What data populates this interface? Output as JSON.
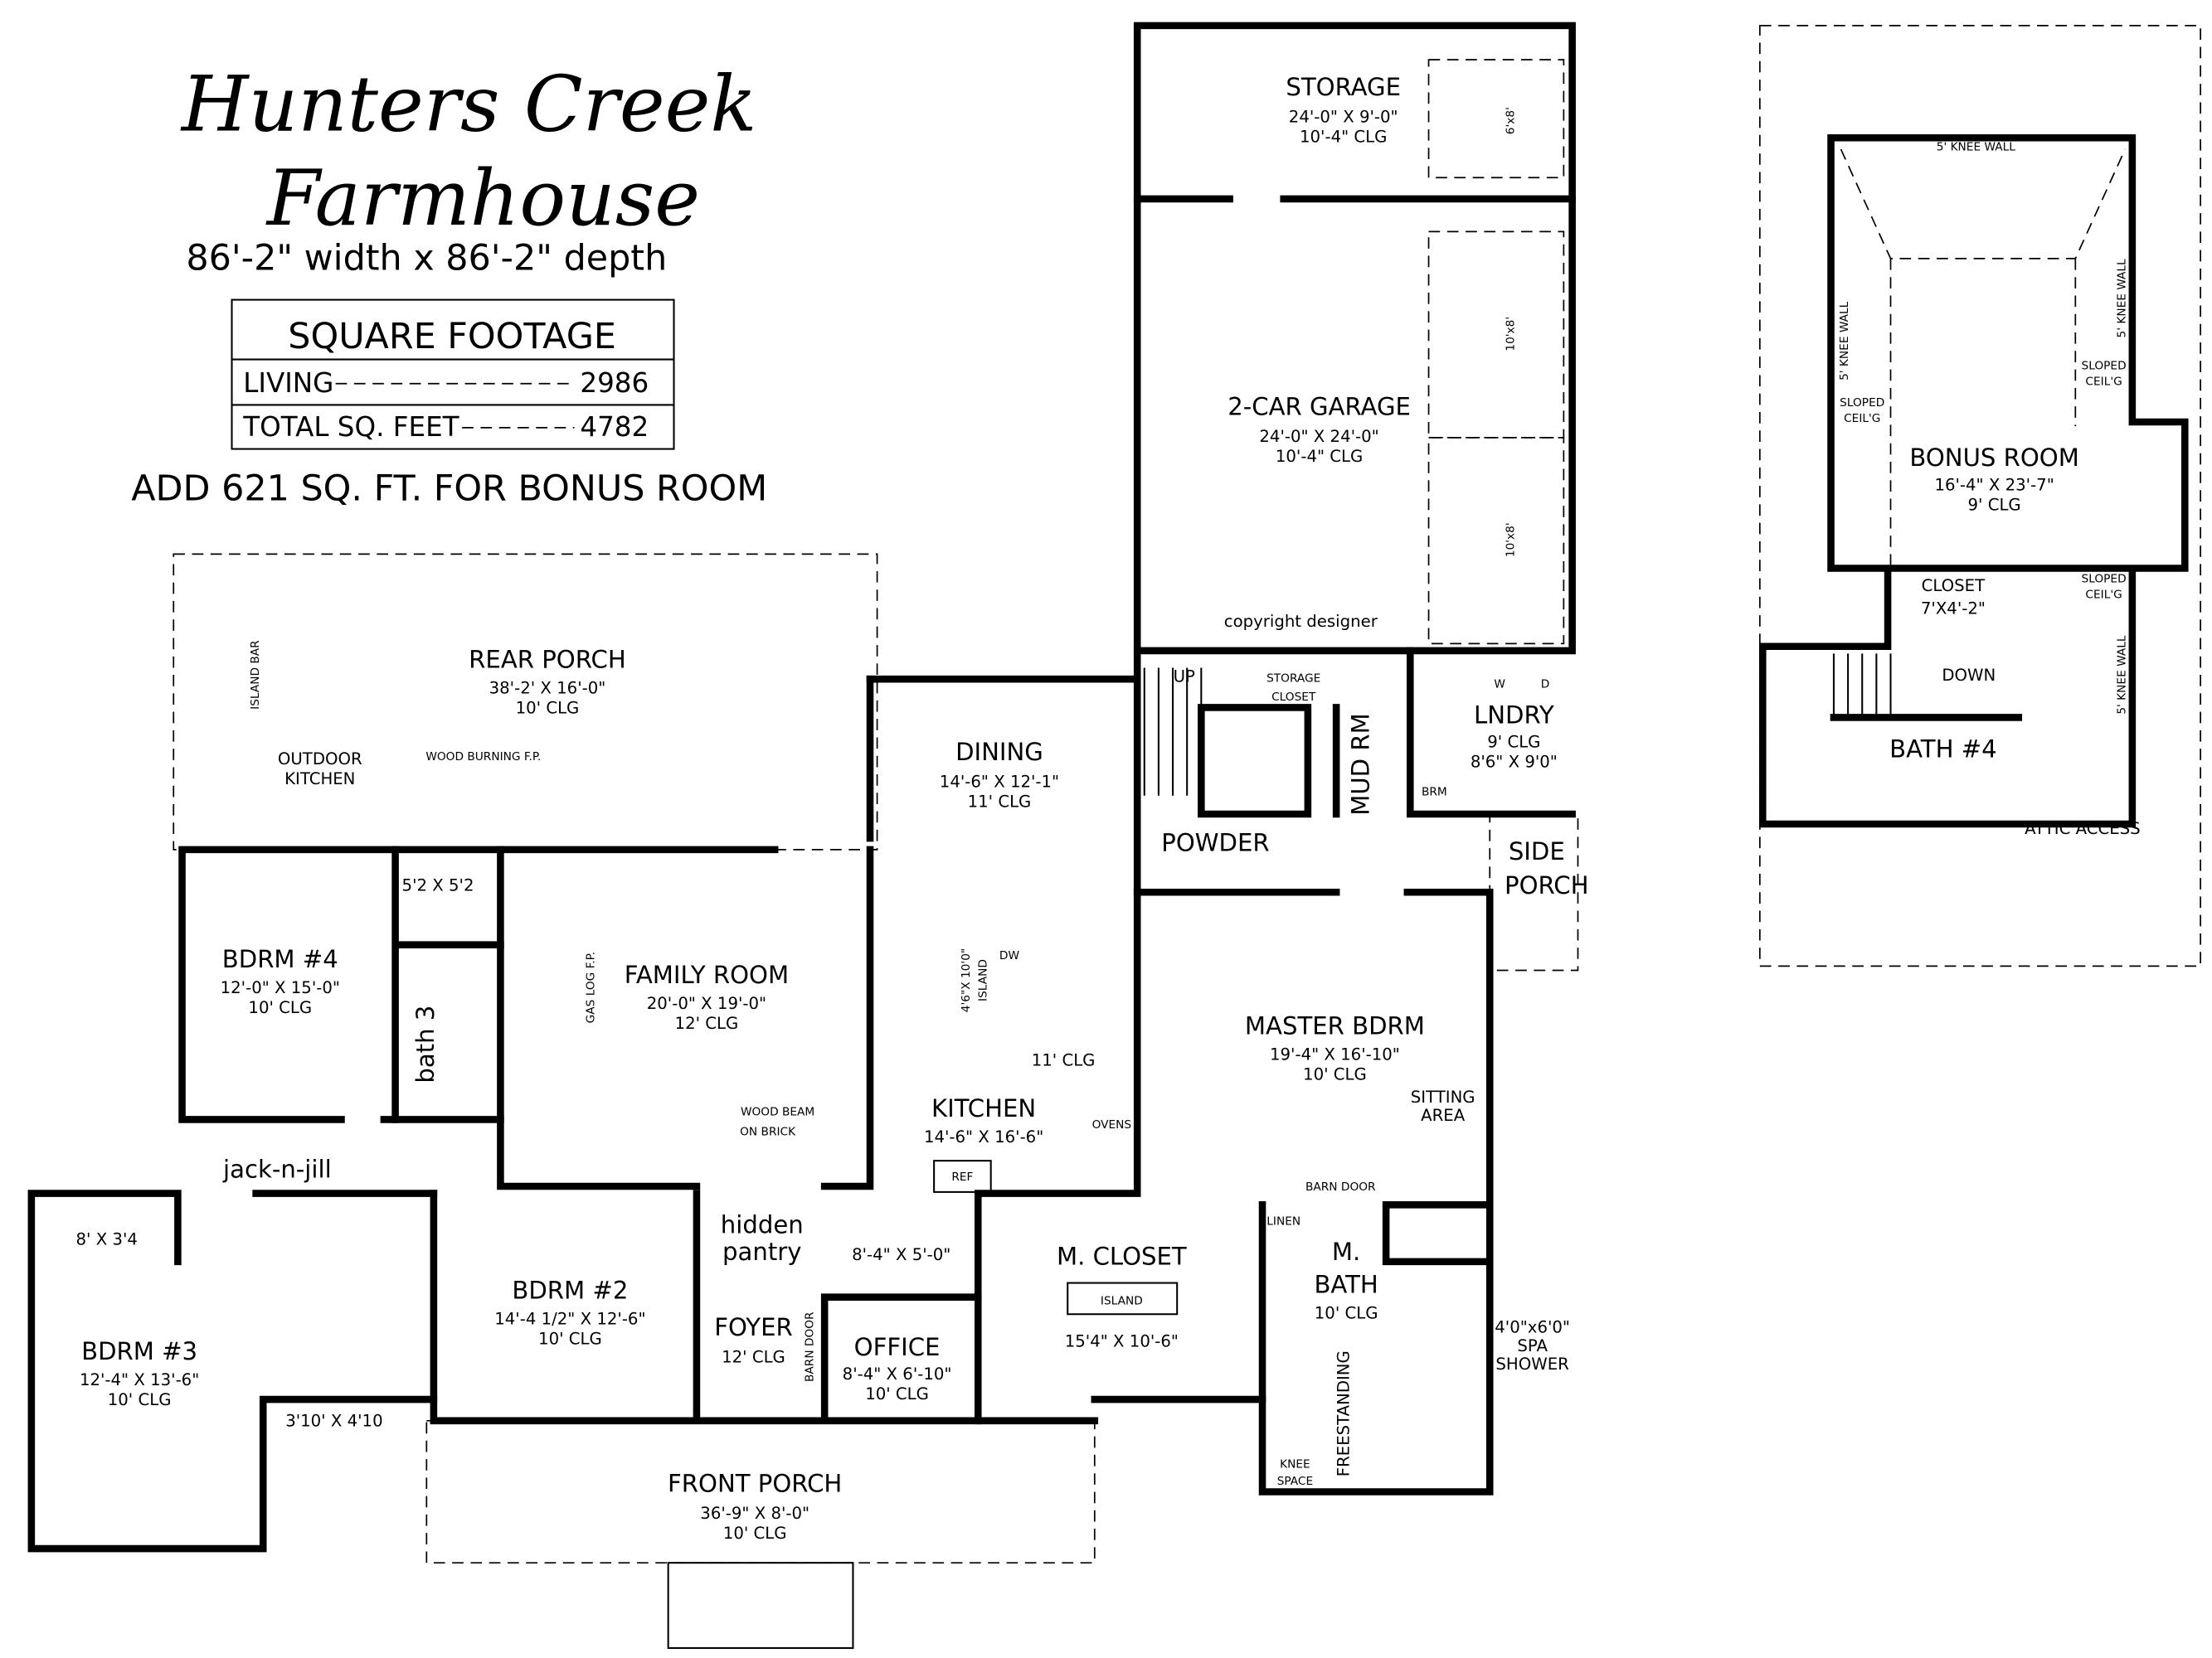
{
  "header": {
    "title_line1": "Hunters Creek",
    "title_line2": "Farmhouse",
    "dimensions": "86'-2\" width x 86'-2\" depth"
  },
  "square_footage": {
    "heading": "SQUARE FOOTAGE",
    "rows": [
      {
        "label": "LIVING",
        "value": "2986"
      },
      {
        "label": "TOTAL SQ. FEET",
        "value": "4782"
      }
    ],
    "bonus_note": "ADD 621 SQ. FT. FOR BONUS ROOM"
  },
  "rooms": {
    "storage": {
      "name": "STORAGE",
      "size": "24'-0\" X 9'-0\"",
      "clg": "10'-4\" CLG",
      "door": "6'x8'"
    },
    "garage": {
      "name": "2-CAR GARAGE",
      "size": "24'-0\" X 24'-0\"",
      "clg": "10'-4\" CLG",
      "door1": "10'x8'",
      "door2": "10'x8'",
      "copyright": "copyright designer"
    },
    "rear_porch": {
      "name": "REAR PORCH",
      "size": "38'-2' X 16'-0\"",
      "clg": "10' CLG",
      "island_bar": "ISLAND BAR",
      "outdoor_kitchen_1": "OUTDOOR",
      "outdoor_kitchen_2": "KITCHEN",
      "fireplace": "WOOD BURNING F.P."
    },
    "dining": {
      "name": "DINING",
      "size": "14'-6\" X 12'-1\"",
      "clg": "11' CLG"
    },
    "stair_area": {
      "up": "UP",
      "storage_closet_1": "STORAGE",
      "storage_closet_2": "CLOSET"
    },
    "mud_room": {
      "name": "MUD RM"
    },
    "laundry": {
      "name": "LNDRY",
      "clg": "9' CLG",
      "size": "8'6\" X 9'0\"",
      "washer": "W",
      "dryer": "D",
      "broom": "BRM"
    },
    "powder": {
      "name": "POWDER"
    },
    "side_porch": {
      "line1": "SIDE",
      "line2": "PORCH"
    },
    "bdrm4": {
      "name": "BDRM #4",
      "size": "12'-0\" X 15'-0\"",
      "clg": "10' CLG",
      "closet": "5'2 X 5'2"
    },
    "bath3": {
      "name": "bath 3"
    },
    "family_room": {
      "name": "FAMILY ROOM",
      "size": "20'-0\" X 19'-0\"",
      "clg": "12' CLG",
      "fireplace": "GAS LOG F.P.",
      "beam_1": "WOOD BEAM",
      "beam_2": "ON BRICK"
    },
    "kitchen": {
      "name": "KITCHEN",
      "size": "14'-6\" X 16'-6\"",
      "clg": "11' CLG",
      "island_size": "4'6\"X 10'0\"",
      "island": "ISLAND",
      "dw": "DW",
      "ovens": "OVENS",
      "ref": "REF"
    },
    "master_bdrm": {
      "name": "MASTER BDRM",
      "size": "19'-4\" X 16'-10\"",
      "clg": "10' CLG",
      "sitting_1": "SITTING",
      "sitting_2": "AREA"
    },
    "jack_n_jill": {
      "name": "jack-n-jill"
    },
    "bdrm3": {
      "name": "BDRM #3",
      "size": "12'-4\" X 13'-6\"",
      "clg": "10' CLG",
      "closet": "8' X 3'4"
    },
    "bdrm2": {
      "name": "BDRM #2",
      "size": "14'-4 1/2\" X 12'-6\"",
      "clg": "10' CLG",
      "closet": "3'10' X 4'10"
    },
    "hidden_pantry": {
      "line1": "hidden",
      "line2": "pantry",
      "size": "8'-4\" X 5'-0\""
    },
    "foyer": {
      "name": "FOYER",
      "clg": "12' CLG",
      "barn_door": "BARN DOOR"
    },
    "office": {
      "name": "OFFICE",
      "size": "8'-4\" X 6'-10\"",
      "clg": "10' CLG"
    },
    "m_closet": {
      "name": "M. CLOSET",
      "island": "ISLAND",
      "size": "15'4\" X 10'-6\""
    },
    "m_bath": {
      "line1": "M.",
      "line2": "BATH",
      "clg": "10' CLG",
      "linen": "LINEN",
      "barn_door": "BARN DOOR",
      "freestanding": "FREESTANDING",
      "knee_1": "KNEE",
      "knee_2": "SPACE",
      "shower_1": "4'0\"x6'0\"",
      "shower_2": "SPA",
      "shower_3": "SHOWER"
    },
    "front_porch": {
      "name": "FRONT PORCH",
      "size": "36'-9\" X 8'-0\"",
      "clg": "10' CLG"
    },
    "bonus_room": {
      "name": "BONUS ROOM",
      "size": "16'-4\" X 23'-7\"",
      "clg": "9' CLG",
      "knee_wall": "5' KNEE WALL",
      "sloped_1": "SLOPED",
      "sloped_2": "CEIL'G",
      "closet": "CLOSET",
      "closet_size": "7'X4'-2\"",
      "down": "DOWN",
      "bath4": "BATH #4",
      "attic": "ATTIC ACCESS"
    }
  }
}
